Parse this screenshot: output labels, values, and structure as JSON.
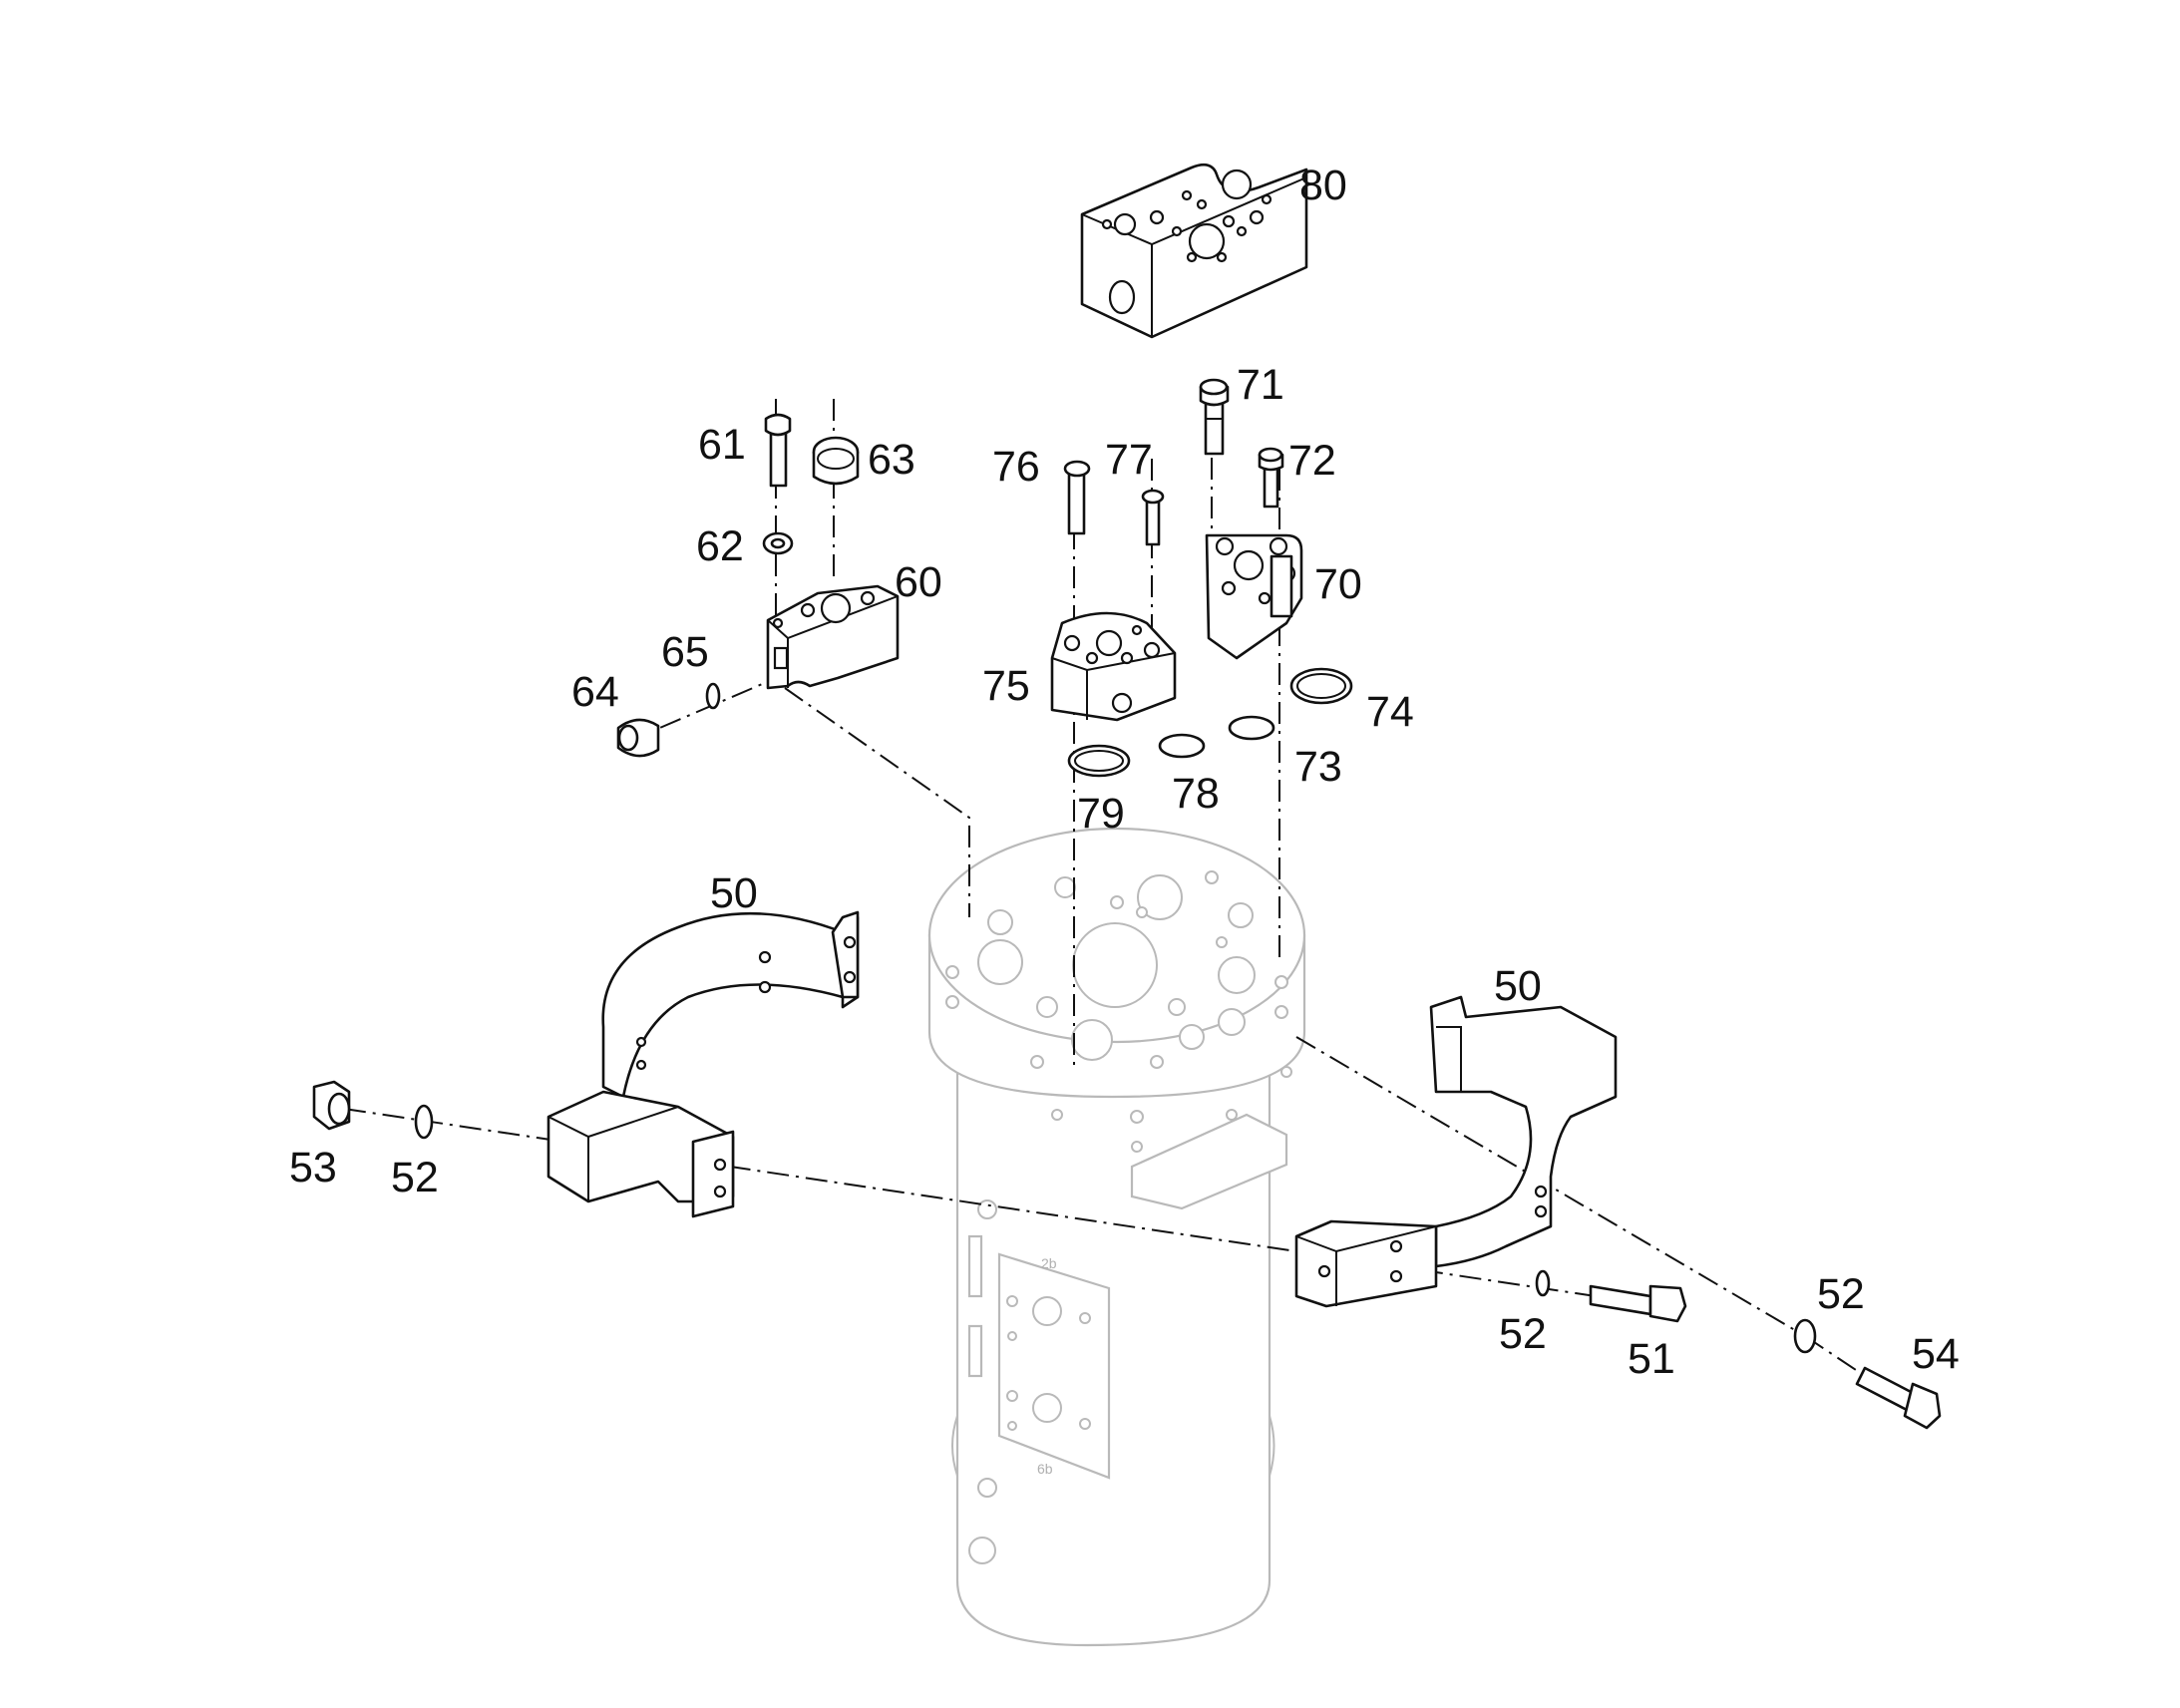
{
  "diagram": {
    "background": "#ffffff",
    "line_color": "#111111",
    "ghost_color": "#b9b9b9",
    "callouts": [
      "80",
      "71",
      "72",
      "61",
      "63",
      "76",
      "77",
      "62",
      "60",
      "70",
      "65",
      "75",
      "64",
      "74",
      "79",
      "78",
      "73",
      "50",
      "50",
      "53",
      "52",
      "52",
      "51",
      "52",
      "54"
    ]
  }
}
